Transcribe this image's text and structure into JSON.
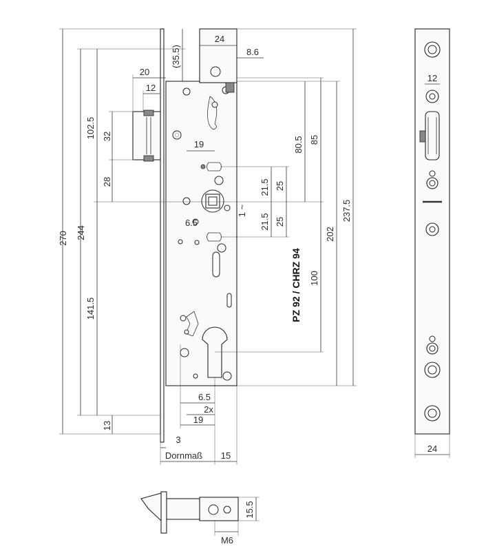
{
  "diagram": {
    "model_label": "PZ 92 / CHRZ 94",
    "dimensions": {
      "d270": "270",
      "d244": "244",
      "d102_5": "102.5",
      "d32": "32",
      "d28": "28",
      "d141_5": "141.5",
      "d13": "13",
      "d20": "20",
      "d12_top": "12",
      "d35_5": "(35.5)",
      "d24_top": "24",
      "d8_6": "8.6",
      "d19_top": "19",
      "d80_5": "80.5",
      "d85": "85",
      "d237_5": "237.5",
      "d21_5_a": "21.5",
      "d25_a": "25",
      "d1": "1 ~",
      "d6_5_top": "6.5",
      "d21_5_b": "21.5",
      "d25_b": "25",
      "d202": "202",
      "d100": "100",
      "d6_5_bottom": "6.5",
      "d2x": "2x",
      "d19_bottom": "19",
      "d3": "3",
      "dornmass": "Dornmaß",
      "d15": "15",
      "d12_side": "12",
      "d24_side": "24",
      "d15_5": "15.5",
      "dM6": "M6"
    }
  }
}
